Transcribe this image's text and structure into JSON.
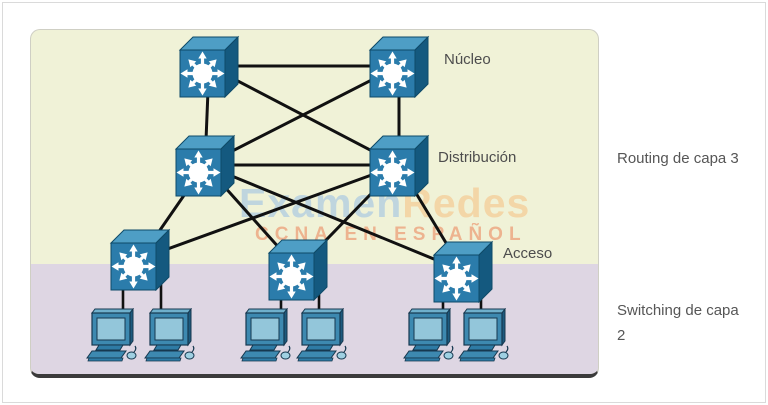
{
  "page": {
    "watermark": {
      "brand_blue": "Examen",
      "brand_orange": "Redes",
      "subtitle": "CCNA EN ESPAÑOL"
    },
    "layers": {
      "core_label": "Núcleo",
      "distribution_label": "Distribución",
      "access_label": "Acceso"
    },
    "annotations": {
      "routing": "Routing de capa 3",
      "switching": "Switching de capa 2"
    },
    "colors": {
      "core_dist_zone_bg": "#f0f2d7",
      "access_zone_bg": "#ded6e3",
      "switch_front": "#2b7cab",
      "switch_top": "#4e9ec5",
      "switch_side": "#14597f",
      "link_line": "#111111",
      "label_text": "#4d4d4d",
      "watermark_blue": "#9fc2e4",
      "watermark_orange": "#f6c488",
      "watermark_subtitle": "#ec8a60"
    },
    "topology": {
      "devices": [
        {
          "id": "core-switch-1",
          "type": "switch",
          "layer": "Núcleo"
        },
        {
          "id": "core-switch-2",
          "type": "switch",
          "layer": "Núcleo"
        },
        {
          "id": "distribution-switch-1",
          "type": "switch",
          "layer": "Distribución"
        },
        {
          "id": "distribution-switch-2",
          "type": "switch",
          "layer": "Distribución"
        },
        {
          "id": "access-switch-1",
          "type": "switch",
          "layer": "Acceso"
        },
        {
          "id": "access-switch-2",
          "type": "switch",
          "layer": "Acceso"
        },
        {
          "id": "access-switch-3",
          "type": "switch",
          "layer": "Acceso"
        },
        {
          "id": "pc-1",
          "type": "pc"
        },
        {
          "id": "pc-2",
          "type": "pc"
        },
        {
          "id": "pc-3",
          "type": "pc"
        },
        {
          "id": "pc-4",
          "type": "pc"
        },
        {
          "id": "pc-5",
          "type": "pc"
        },
        {
          "id": "pc-6",
          "type": "pc"
        }
      ],
      "links": [
        [
          "core-switch-1",
          "core-switch-2"
        ],
        [
          "core-switch-1",
          "distribution-switch-1"
        ],
        [
          "core-switch-1",
          "distribution-switch-2"
        ],
        [
          "core-switch-2",
          "distribution-switch-1"
        ],
        [
          "core-switch-2",
          "distribution-switch-2"
        ],
        [
          "distribution-switch-1",
          "distribution-switch-2"
        ],
        [
          "distribution-switch-1",
          "access-switch-1"
        ],
        [
          "distribution-switch-1",
          "access-switch-2"
        ],
        [
          "distribution-switch-1",
          "access-switch-3"
        ],
        [
          "distribution-switch-2",
          "access-switch-1"
        ],
        [
          "distribution-switch-2",
          "access-switch-2"
        ],
        [
          "distribution-switch-2",
          "access-switch-3"
        ],
        [
          "access-switch-1",
          "pc-1"
        ],
        [
          "access-switch-1",
          "pc-2"
        ],
        [
          "access-switch-2",
          "pc-3"
        ],
        [
          "access-switch-2",
          "pc-4"
        ],
        [
          "access-switch-3",
          "pc-5"
        ],
        [
          "access-switch-3",
          "pc-6"
        ]
      ]
    }
  }
}
